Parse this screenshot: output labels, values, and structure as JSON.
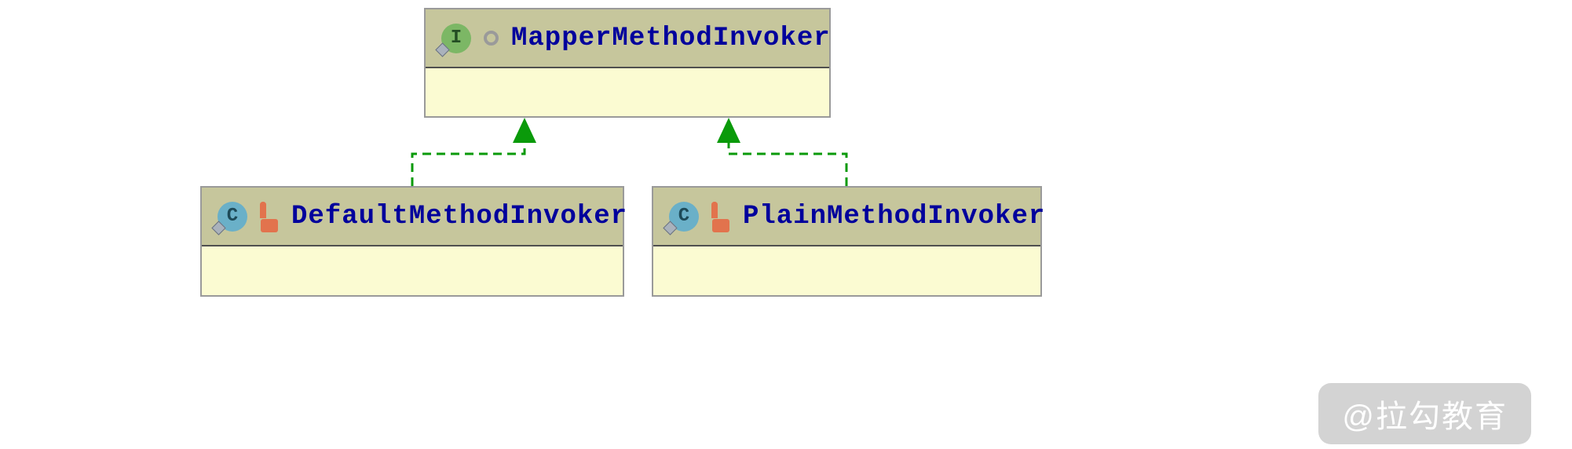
{
  "diagram": {
    "type": "uml-class-diagram",
    "nodes": [
      {
        "id": "interface",
        "kind": "interface",
        "name": "MapperMethodInvoker",
        "icon": "interface-icon",
        "modifier_icon": "public-modifier-ring-icon"
      },
      {
        "id": "class-left",
        "kind": "class",
        "name": "DefaultMethodInvoker",
        "icon": "class-icon",
        "modifier_icon": "final-lock-icon"
      },
      {
        "id": "class-right",
        "kind": "class",
        "name": "PlainMethodInvoker",
        "icon": "class-icon",
        "modifier_icon": "final-lock-icon"
      }
    ],
    "edges": [
      {
        "from": "DefaultMethodInvoker",
        "to": "MapperMethodInvoker",
        "type": "realization",
        "style": "dashed-green-arrow"
      },
      {
        "from": "PlainMethodInvoker",
        "to": "MapperMethodInvoker",
        "type": "realization",
        "style": "dashed-green-arrow"
      }
    ],
    "icon_letters": {
      "interface": "I",
      "class": "C"
    }
  },
  "watermark": {
    "text": "@拉勾教育"
  },
  "colors": {
    "node_header_bg": "#c6c69c",
    "node_body_bg": "#fbfbd2",
    "node_border": "#9a9a9a",
    "header_separator": "#4f4f4f",
    "title_text": "#00009c",
    "edge_green": "#0a9a0a",
    "interface_icon_bg": "#7cb765",
    "class_icon_bg": "#6ab0c8",
    "lock_orange": "#e2734d",
    "diamond_gray": "#aab2bc"
  }
}
